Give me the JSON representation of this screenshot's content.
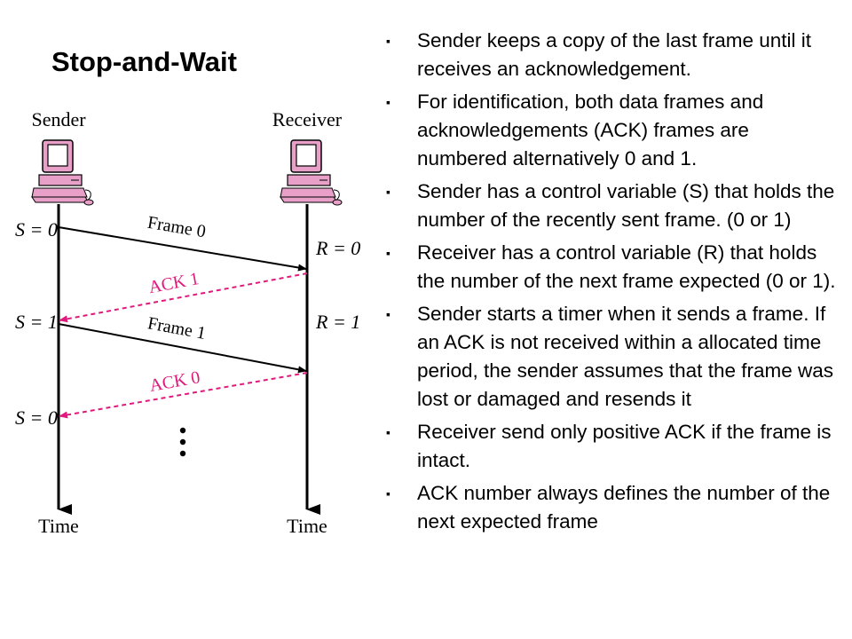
{
  "title": "Stop-and-Wait",
  "diagram": {
    "sender_label": "Sender",
    "receiver_label": "Receiver",
    "time_label_left": "Time",
    "time_label_right": "Time",
    "sender_states": [
      "S = 0",
      "S = 1",
      "S = 0"
    ],
    "receiver_states": [
      "R = 0",
      "R = 1"
    ],
    "frame_labels": [
      "Frame 0",
      "Frame 1"
    ],
    "ack_labels": [
      "ACK 1",
      "ACK 0"
    ],
    "frame_color": "#000000",
    "ack_color": "#e0197d",
    "computer_color": "#e8a0c8"
  },
  "bullets": [
    "Sender keeps a copy of the last frame until it receives an acknowledgement.",
    "For identification, both data frames and acknowledgements (ACK) frames are numbered alternatively 0 and 1.",
    "Sender has a control variable (S) that holds the number of the recently sent frame. (0 or 1)",
    "Receiver has a control variable (R) that holds the number of the next frame expected (0 or 1).",
    "Sender starts a timer when it sends a frame. If an ACK is not received within a allocated time period, the sender assumes that the frame was lost or damaged and resends it",
    "Receiver send only positive ACK if the frame is intact.",
    "ACK number always defines the number of the next expected frame"
  ],
  "bullet_marker": "▪"
}
